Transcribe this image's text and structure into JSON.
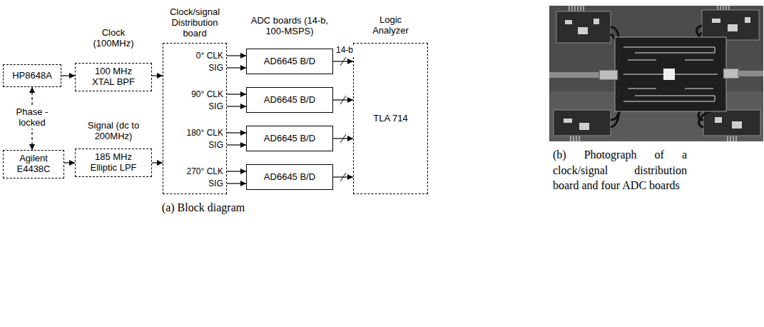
{
  "diagram": {
    "nodes": [
      {
        "text": [
          "HP8648A"
        ]
      },
      {
        "text": [
          "Clock (100MHz)",
          "100 MHz XTAL BPF"
        ]
      },
      {
        "text": [
          "Agilent E4438C"
        ]
      },
      {
        "text": [
          "Signal (dc to 200MHz)",
          "185 MHz Elliptic LPF"
        ]
      },
      {
        "text": [
          "Clock/signal Distribution board",
          "0° CLK",
          "SIG",
          "90° CLK",
          "SIG",
          "180° CLK",
          "SIG",
          "270° CLK",
          "SIG"
        ]
      },
      {
        "text": [
          "AD6645 B/D"
        ]
      },
      {
        "text": [
          "AD6645 B/D"
        ]
      },
      {
        "text": [
          "AD6645 B/D"
        ]
      },
      {
        "text": [
          "AD6645 B/D"
        ]
      },
      {
        "text": [
          "Logic Analyzer",
          "TLA 714"
        ]
      }
    ],
    "edges": [
      {
        "from": 0,
        "to": 1,
        "arrow": "to"
      },
      {
        "from": 2,
        "to": 3,
        "arrow": "to"
      },
      {
        "from": 0,
        "to": 2,
        "label": "Phase -locked",
        "arrow": "both"
      },
      {
        "from": 1,
        "to": 4,
        "arrow": "to"
      },
      {
        "from": 3,
        "to": 4,
        "arrow": "to"
      },
      {
        "from": 4,
        "to": 5,
        "arrow": "to"
      },
      {
        "from": 4,
        "to": 5,
        "arrow": "to"
      },
      {
        "from": 4,
        "to": 6,
        "arrow": "to"
      },
      {
        "from": 4,
        "to": 6,
        "arrow": "to"
      },
      {
        "from": 4,
        "to": 7,
        "arrow": "to"
      },
      {
        "from": 4,
        "to": 7,
        "arrow": "to"
      },
      {
        "from": 4,
        "to": 8,
        "arrow": "to"
      },
      {
        "from": 4,
        "to": 8,
        "arrow": "to"
      },
      {
        "from": 5,
        "to": 9,
        "label": "14-b",
        "arrow": "to"
      },
      {
        "from": 6,
        "to": 9,
        "arrow": "to"
      },
      {
        "from": 7,
        "to": 9,
        "arrow": "to"
      },
      {
        "from": 8,
        "to": 9,
        "arrow": "to"
      }
    ],
    "labels": [
      "ADC boards (14-b, 100-MSPS)",
      "(a) Block diagram",
      "(b) Photograph of a clock/signal distribution board and four ADC boards"
    ]
  }
}
